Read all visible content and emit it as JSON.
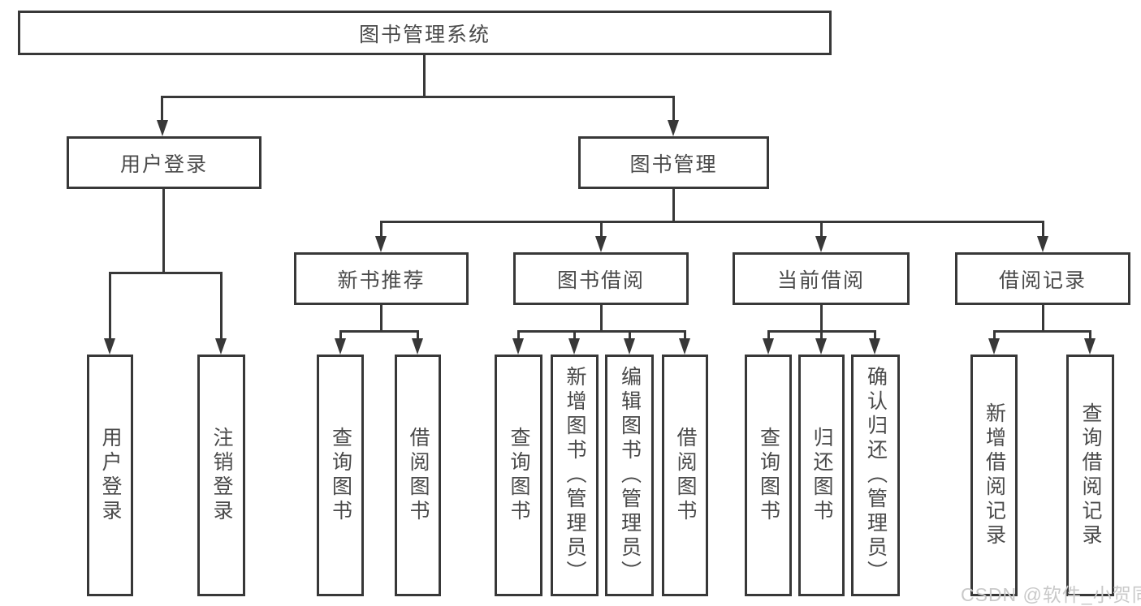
{
  "tree": {
    "root": {
      "label": "图书管理系统"
    },
    "branches": [
      {
        "label": "用户登录",
        "children": [
          {
            "label": "用户登录"
          },
          {
            "label": "注销登录"
          }
        ]
      },
      {
        "label": "图书管理",
        "children": [
          {
            "label": "新书推荐",
            "children": [
              {
                "label": "查询图书"
              },
              {
                "label": "借阅图书"
              }
            ]
          },
          {
            "label": "图书借阅",
            "children": [
              {
                "label": "查询图书"
              },
              {
                "label": "新增图书（管理员）"
              },
              {
                "label": "编辑图书（管理员）"
              },
              {
                "label": "借阅图书"
              }
            ]
          },
          {
            "label": "当前借阅",
            "children": [
              {
                "label": "查询图书"
              },
              {
                "label": "归还图书"
              },
              {
                "label": "确认归还（管理员）"
              }
            ]
          },
          {
            "label": "借阅记录",
            "children": [
              {
                "label": "新增借阅记录"
              },
              {
                "label": "查询借阅记录"
              }
            ]
          }
        ]
      }
    ]
  },
  "watermark": {
    "text": "CSDN @软件_小贺同学"
  },
  "colors": {
    "line": "#383838",
    "text": "#4a4a4a",
    "watermark": "#c9c9c9",
    "background": "#ffffff"
  }
}
